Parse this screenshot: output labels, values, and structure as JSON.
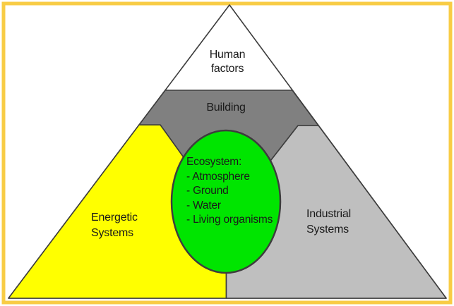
{
  "colors": {
    "frame": "#F8CC45",
    "outline": "#3d3d3d",
    "human_factors_fill": "#ffffff",
    "building_fill": "#808080",
    "energetic_fill": "#FFFF00",
    "industrial_fill": "#BFBFBF",
    "ecosystem_fill": "#00E500",
    "text": "#1a1a1a"
  },
  "pyramid": {
    "human_factors": {
      "line1": "Human",
      "line2": "factors"
    },
    "building": {
      "label": "Building"
    },
    "energetic": {
      "line1": "Energetic",
      "line2": "Systems"
    },
    "industrial": {
      "line1": "Industrial",
      "line2": "Systems"
    },
    "ecosystem": {
      "title": "Ecosystem:",
      "items": [
        "- Atmosphere",
        "- Ground",
        "- Water",
        "- Living organisms"
      ]
    }
  }
}
